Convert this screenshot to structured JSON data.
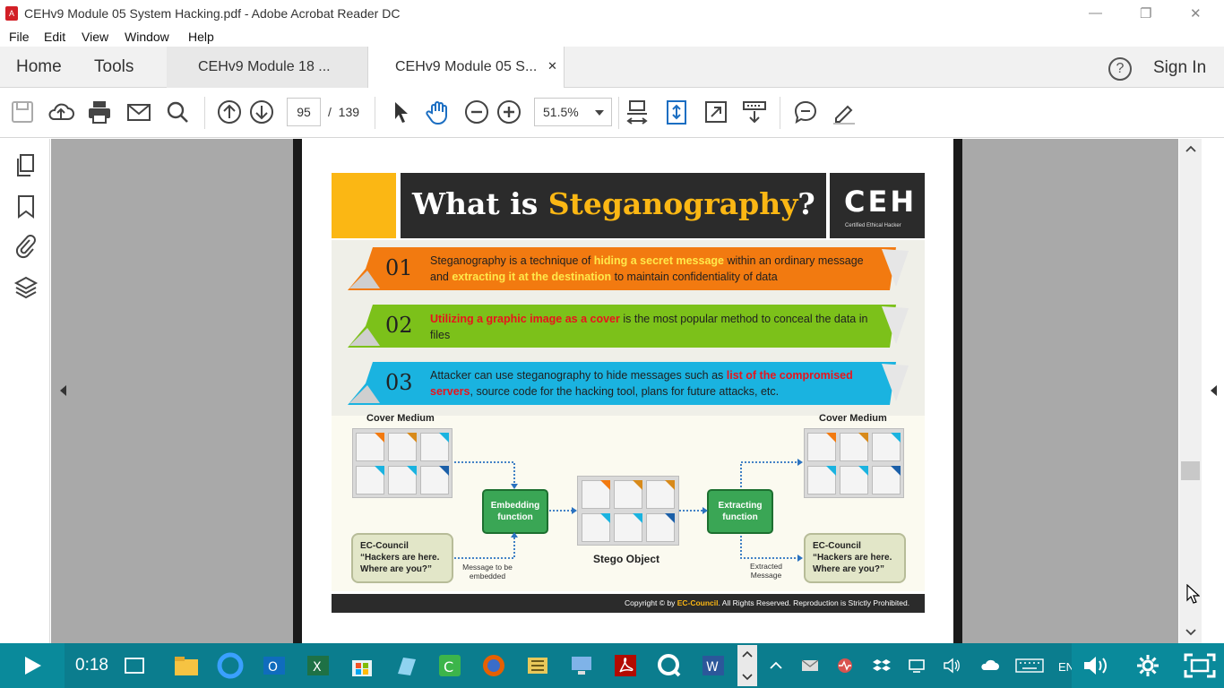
{
  "window": {
    "title": "CEHv9 Module 05 System Hacking.pdf - Adobe Acrobat Reader DC",
    "minimize": "—",
    "restore": "❐",
    "close": "✕"
  },
  "menu": [
    "File",
    "Edit",
    "View",
    "Window",
    "Help"
  ],
  "tabs": {
    "home": "Home",
    "tools": "Tools",
    "doc1": "CEHv9 Module 18 ...",
    "doc2": "CEHv9 Module 05 S...",
    "doc2_close": "✕",
    "help": "?",
    "sign_in": "Sign In"
  },
  "toolbar": {
    "page_current": "95",
    "page_sep": "/",
    "page_total": "139",
    "zoom": "51.5%"
  },
  "slide": {
    "title_prefix": "What is ",
    "title_highlight": "Steganography",
    "title_suffix": "?",
    "logo": "CEH",
    "logo_sub": "Certified   Ethical   Hacker",
    "items": [
      {
        "num": "01",
        "color": "#f27a10",
        "text_a": "Steganography is a technique of ",
        "hl_a": "hiding a secret message",
        "text_b": " within an ordinary message and ",
        "hl_b": "extracting it at the destination",
        "text_c": " to maintain confidentiality of data"
      },
      {
        "num": "02",
        "color": "#7cc11a",
        "hl_a": "Utilizing a graphic image as a cover",
        "text_a": " is the most popular method to conceal the data in files"
      },
      {
        "num": "03",
        "color": "#1ab3e0",
        "text_a": "Attacker can use steganography to hide messages such as ",
        "hl_a": "list of the compromised servers",
        "text_b": ", source code for the hacking tool, plans for future attacks, etc."
      }
    ],
    "diagram": {
      "cover_left": "Cover Medium",
      "cover_right": "Cover Medium",
      "embed": "Embedding function",
      "extract": "Extracting function",
      "stego": "Stego Object",
      "msg_left": "EC-Council “Hackers are here. Where are you?”",
      "msg_right": "EC-Council “Hackers are here. Where are you?”",
      "msg_embed_label": "Message to be embedded",
      "extracted_label": "Extracted Message"
    },
    "copyright_a": "Copyright © by ",
    "copyright_ec": "EC-Council",
    "copyright_b": ". All Rights Reserved. Reproduction is Strictly Prohibited."
  },
  "taskbar": {
    "time": "0:18",
    "lang": "EN"
  }
}
